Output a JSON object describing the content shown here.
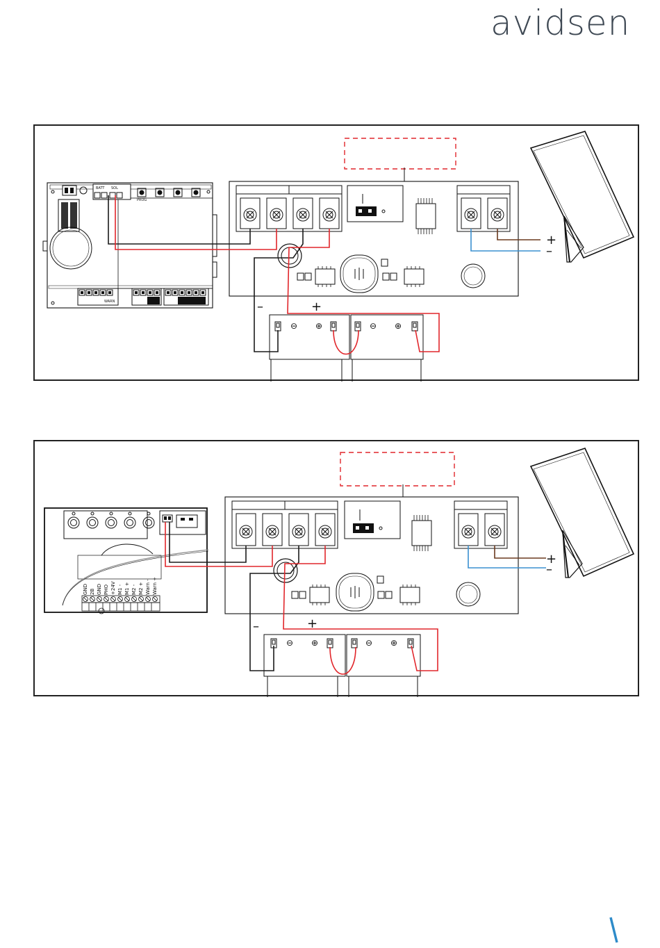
{
  "brand": {
    "logo_text": "avidsen",
    "accent_color": "#2e8bc9"
  },
  "wiring": {
    "plus_sign": "+",
    "minus_sign": "–",
    "battery_plus_symbol": "⊕",
    "battery_minus_symbol": "⊖",
    "wire_colors": {
      "red": "#e1262b",
      "black": "#1a1a1a",
      "blue": "#3a90d0",
      "brown": "#6b3a1f",
      "dashed_box": "#e1262b"
    }
  },
  "diagram1": {
    "controller_labels": {
      "batt": "BATT",
      "sol": "SOL",
      "warn": "WARN",
      "prog": "PROG"
    }
  },
  "diagram2": {
    "terminal_labels": [
      "GND",
      "2B",
      "GND",
      "PHO",
      "+24V",
      "M1 -",
      "M1 +",
      "M2 -",
      "M2 +",
      "Warn -",
      "Warn +"
    ]
  }
}
